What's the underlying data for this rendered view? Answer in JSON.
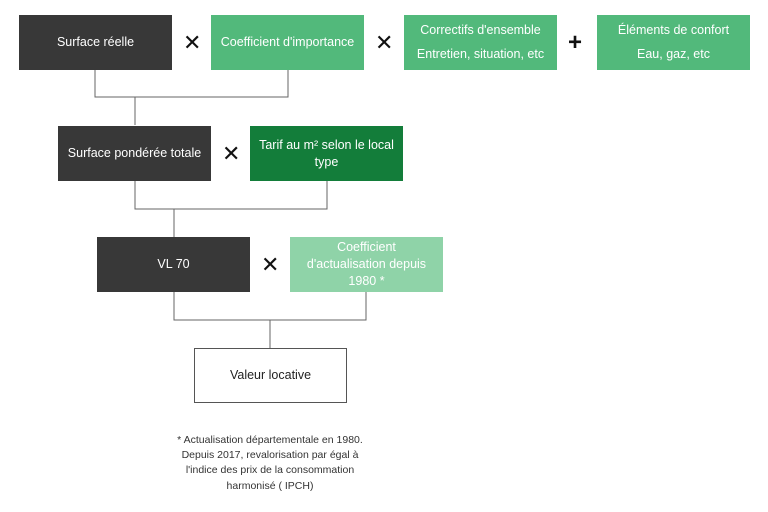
{
  "row1": {
    "box1": "Surface réelle",
    "op1": "✕",
    "box2": "Coefficient d'importance",
    "op2": "✕",
    "box3_line1": "Correctifs d'ensemble",
    "box3_line2": "Entretien, situation, etc",
    "op3": "+",
    "box4_line1": "Éléments de confort",
    "box4_line2": "Eau, gaz, etc"
  },
  "row2": {
    "box1": "Surface pondérée totale",
    "op1": "✕",
    "box2": "Tarif au m² selon le local type"
  },
  "row3": {
    "box1": "VL 70",
    "op1": "✕",
    "box2": "Coefficient d'actualisation depuis 1980 *"
  },
  "result": {
    "box": "Valeur locative"
  },
  "footnote": {
    "line1": "* Actualisation départementale en 1980.",
    "line2": "Depuis 2017, revalorisation par égal à",
    "line3": "l'indice des prix de la consommation",
    "line4": "harmonisé ( IPCH)"
  },
  "colors": {
    "dark": "#383838",
    "green": "#52b97b",
    "dark_green": "#137d3a",
    "light_green": "#8fd3a8"
  }
}
